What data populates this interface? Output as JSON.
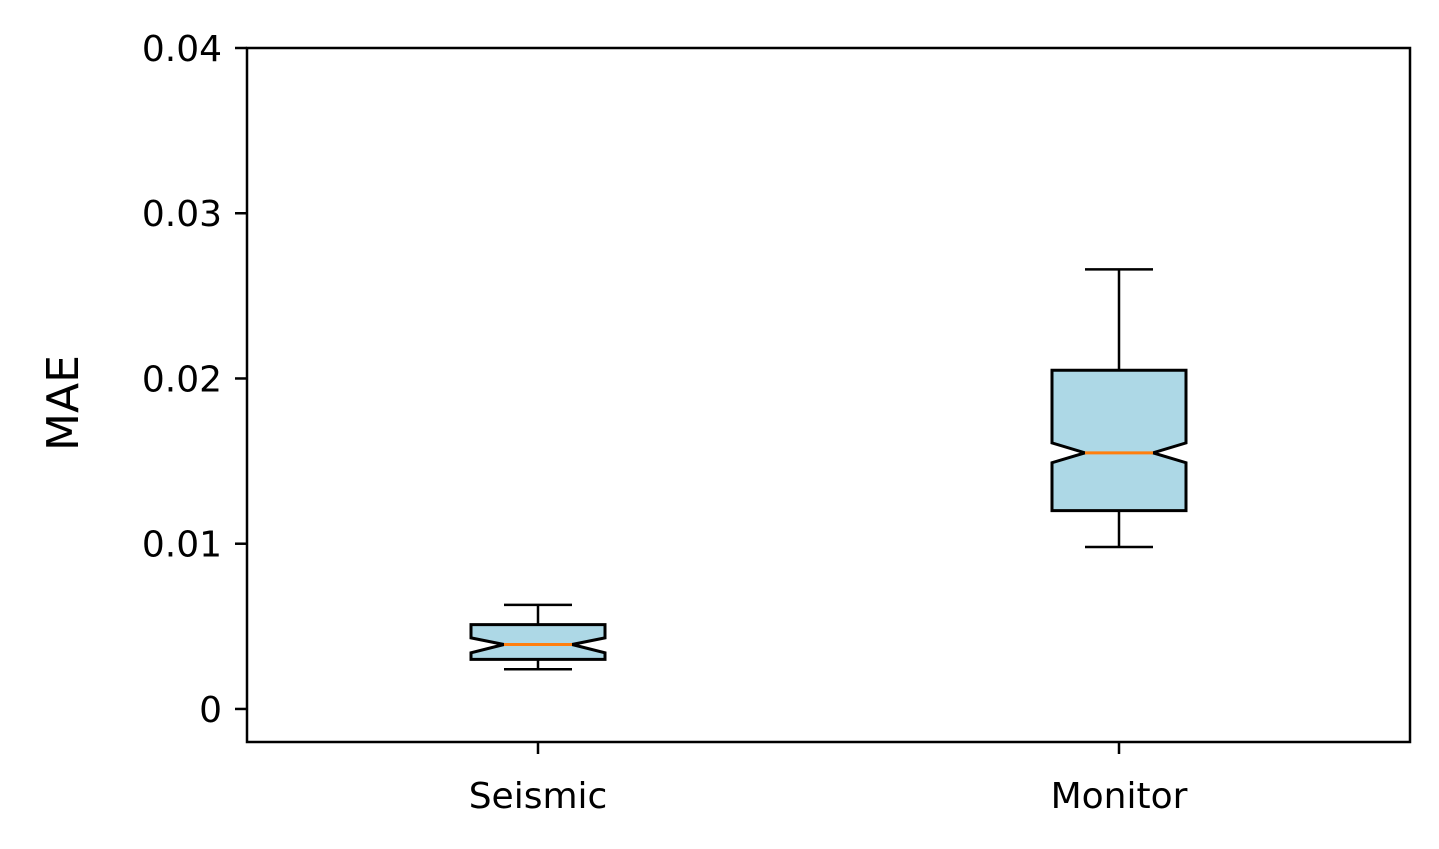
{
  "chart_data": {
    "type": "boxplot",
    "notched": true,
    "title": "",
    "xlabel": "",
    "ylabel": "MAE",
    "ylim": [
      -0.002,
      0.04
    ],
    "yticks": [
      0,
      0.01,
      0.02,
      0.03,
      0.04
    ],
    "ytick_labels": [
      "0",
      "0.01",
      "0.02",
      "0.03",
      "0.04"
    ],
    "categories": [
      "Seismic",
      "Monitor"
    ],
    "boxes": [
      {
        "label": "Seismic",
        "whisker_low": 0.0024,
        "q1": 0.003,
        "median": 0.0039,
        "q3": 0.0051,
        "whisker_high": 0.0063,
        "notch_low": 0.0034,
        "notch_high": 0.0043
      },
      {
        "label": "Monitor",
        "whisker_low": 0.0098,
        "q1": 0.012,
        "median": 0.0155,
        "q3": 0.0205,
        "whisker_high": 0.0266,
        "notch_low": 0.0149,
        "notch_high": 0.0161
      }
    ],
    "grid": false,
    "colors": {
      "box_fill": "#add8e6",
      "median": "#ff7f0e",
      "line": "#000000"
    }
  }
}
